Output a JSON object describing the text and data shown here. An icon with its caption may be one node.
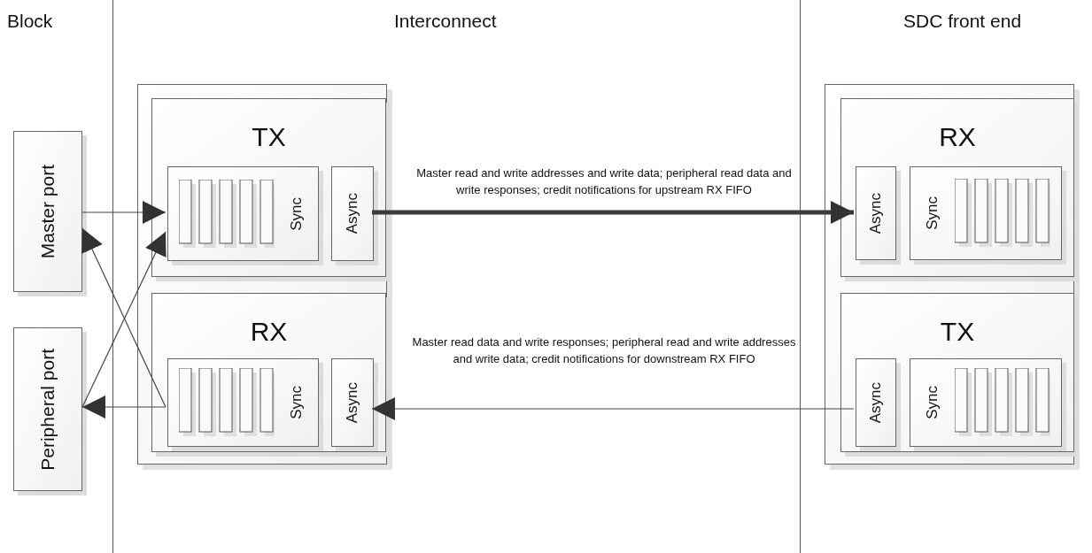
{
  "diagram": {
    "nodes": [
      {
        "text": [
          "Master port"
        ]
      },
      {
        "text": [
          "Peripheral port"
        ]
      },
      {
        "text": [],
        "shape": "box"
      },
      {
        "text": [
          "TX"
        ],
        "in": 2
      },
      {
        "text": [
          "Sync"
        ],
        "in": 3
      },
      {
        "text": [
          "Async"
        ],
        "in": 3
      },
      {
        "text": [
          "RX"
        ],
        "in": 2
      },
      {
        "text": [
          "Sync"
        ],
        "in": 6
      },
      {
        "text": [
          "Async"
        ],
        "in": 6
      },
      {
        "text": [],
        "shape": "box"
      },
      {
        "text": [
          "RX"
        ],
        "in": 9
      },
      {
        "text": [
          "Async"
        ],
        "in": 10
      },
      {
        "text": [
          "Sync"
        ],
        "in": 10
      },
      {
        "text": [
          "TX"
        ],
        "in": 9
      },
      {
        "text": [
          "Async"
        ],
        "in": 13
      },
      {
        "text": [
          "Sync"
        ],
        "in": 13
      }
    ],
    "edges": [
      {
        "from": 0,
        "to": 4,
        "arrow": "to"
      },
      {
        "from": 1,
        "to": 4,
        "arrow": "to"
      },
      {
        "from": 7,
        "to": 0,
        "arrow": "to"
      },
      {
        "from": 7,
        "to": 1,
        "arrow": "to"
      },
      {
        "from": 5,
        "to": 11,
        "arrow": "to",
        "style": "thick",
        "label": "Master read and write addresses and write data; peripheral read data and write responses; credit notifications for upstream RX FIFO"
      },
      {
        "from": 14,
        "to": 8,
        "arrow": "to",
        "label": "Master read data and write responses; peripheral read and write addresses and write data; credit notifications for downstream RX FIFO"
      }
    ],
    "labels": [
      "Block",
      "Interconnect",
      "SDC front end"
    ]
  }
}
